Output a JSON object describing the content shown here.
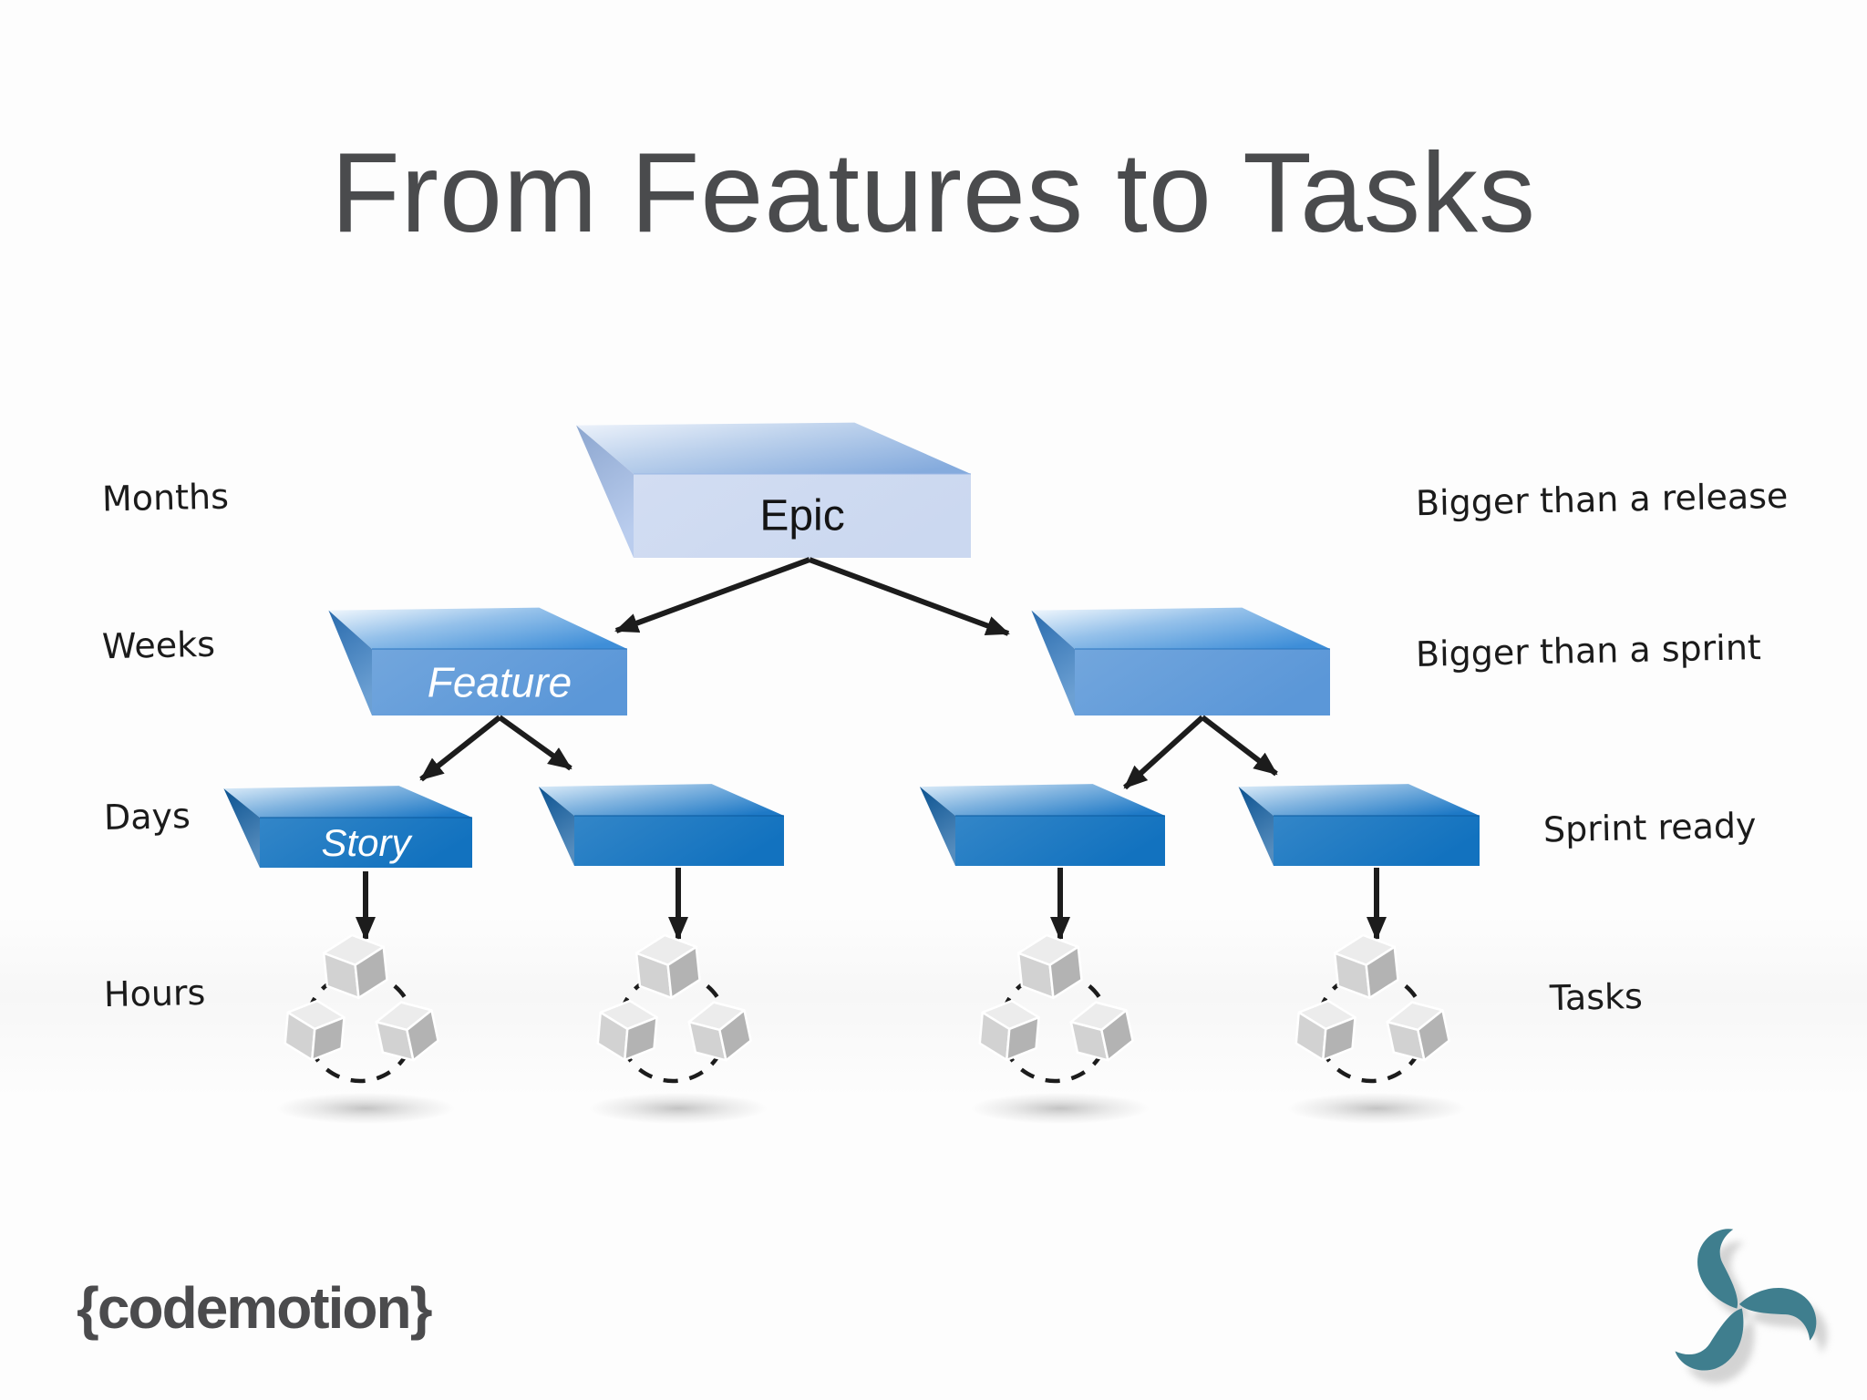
{
  "slide": {
    "title": "From Features to Tasks"
  },
  "diagram": {
    "nodes": {
      "epic_label": "Epic",
      "feature_label": "Feature",
      "story_label": "Story"
    },
    "timeline_labels": [
      "Months",
      "Weeks",
      "Days",
      "Hours"
    ],
    "scale_labels": [
      "Bigger than a release",
      "Bigger than a sprint",
      "Sprint ready",
      "Tasks"
    ]
  },
  "footer": {
    "brand_text": "{codemotion}",
    "logo_icon": "teal-swirl-logo"
  },
  "colors": {
    "background": "#fdfdfd",
    "title_text": "#4a4b4d",
    "handwriting_text": "#1b1b1b",
    "arrow": "#1c1c1c",
    "epic": {
      "top_light": "#eef3fb",
      "top_dark": "#85abdd",
      "front": "#cbd8f0",
      "side": "#9cb8e6",
      "label_color": "#141414"
    },
    "feature": {
      "top_light": "#f5fafe",
      "top_dark": "#3e8ed8",
      "front": "#5b97d8",
      "side": "#2d77c0",
      "label_color": "#ffffff"
    },
    "story": {
      "top_light": "#dfeefa",
      "top_dark": "#1e79c6",
      "front": "#1272bf",
      "side": "#0c5ba0",
      "label_color": "#ffffff"
    },
    "task_cube": {
      "top": "#ececec",
      "left": "#d2d2d2",
      "right": "#b3b3b3"
    },
    "cluster_ring": "#1c1c1c",
    "brand_text_color": "#4b4b4d",
    "logo_teal": "#3f7e8e"
  }
}
